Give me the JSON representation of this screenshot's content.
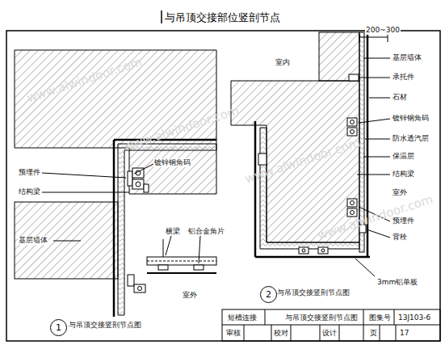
{
  "diagram": {
    "title": "与吊顶交接部位竖剖节点",
    "nodes": [
      {
        "text": [
          "1"
        ]
      },
      {
        "text": [
          "2"
        ]
      }
    ],
    "labels": [
      "预埋件",
      "结构梁",
      "基层墙体",
      "镀锌钢角码",
      "横梁",
      "铝合金角片",
      "室外",
      "与吊顶交接竖剖节点图",
      "200~300",
      "室内",
      "基层墙体",
      "承托件",
      "石材",
      "镀锌钢角码",
      "防水透汽层",
      "保温层",
      "结构梁",
      "室外",
      "预埋件",
      "背栓",
      "3mm铝单板",
      "与吊顶交接竖剖节点图",
      "短槽连接",
      "与吊顶交接竖剖节点图",
      "图集号",
      "13J103-6",
      "审核",
      "校对",
      "设计",
      "页",
      "17",
      "www.alwindoor.com",
      "www.alwindoor.com",
      "www.alwindoor.com",
      "www.alwindoor.com"
    ]
  }
}
